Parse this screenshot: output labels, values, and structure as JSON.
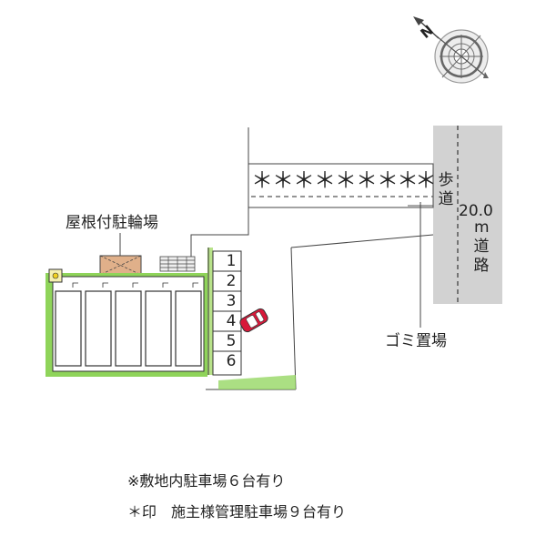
{
  "labels": {
    "bicycle_parking": "屋根付駐輪場",
    "garbage": "ゴミ置場",
    "sidewalk": [
      "歩",
      "道"
    ],
    "road_width": "20.0",
    "road_unit": "m",
    "road": [
      "道",
      "路"
    ],
    "compass_letter": "N"
  },
  "parking_spaces": [
    "1",
    "2",
    "3",
    "4",
    "5",
    "6"
  ],
  "owner_spaces": [
    "＊",
    "＊",
    "＊",
    "＊",
    "＊",
    "＊",
    "＊",
    "＊",
    "＊"
  ],
  "notes": [
    "※敷地内駐車場６台有り",
    "＊印　施主様管理駐車場９台有り"
  ],
  "colors": {
    "road": "#d2d2d2",
    "greenery": "#8fd45a",
    "bike_roof": "#e0b08a",
    "car": "#d8183a"
  }
}
